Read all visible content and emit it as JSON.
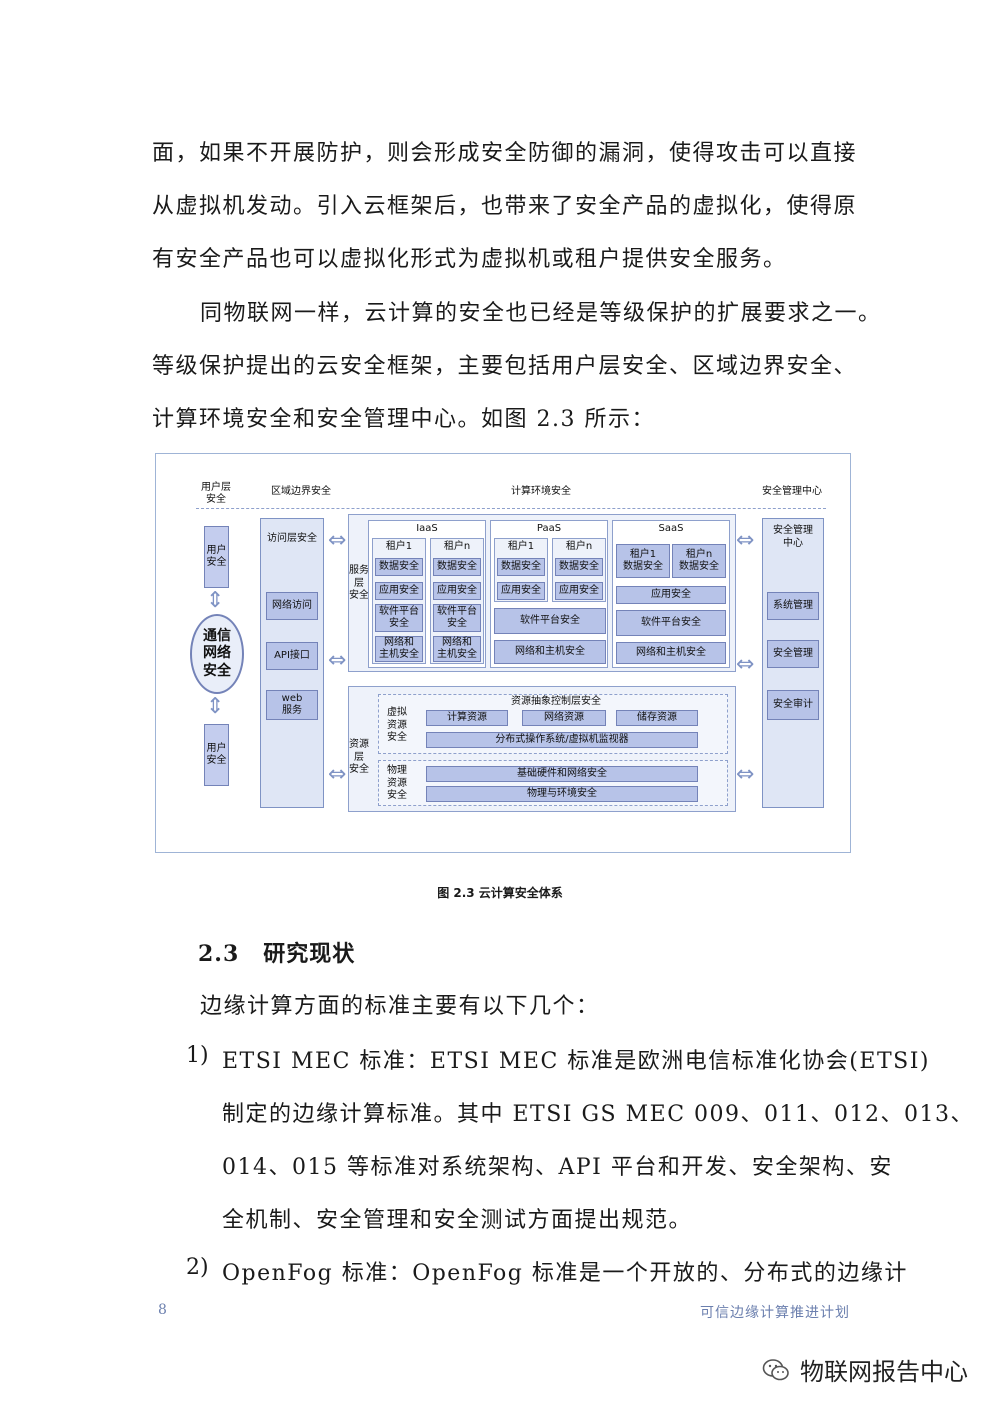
{
  "paragraphs": {
    "p1": [
      "面，如果不开展防护，则会形成安全防御的漏洞，使得攻击可以直接",
      "从虚拟机发动。引入云框架后，也带来了安全产品的虚拟化，使得原",
      "有安全产品也可以虚拟化形式为虚拟机或租户提供安全服务。"
    ],
    "p2": [
      "同物联网一样，云计算的安全也已经是等级保护的扩展要求之一。",
      "等级保护提出的云安全框架，主要包括用户层安全、区域边界安全、",
      "计算环境安全和安全管理中心。如图 2.3 所示："
    ]
  },
  "diagram": {
    "headers": {
      "user_layer": "用户层\n安全",
      "boundary": "区域边界安全",
      "compute": "计算环境安全",
      "mgmt_center": "安全管理中心"
    },
    "user_security": "用户\n安全",
    "comm_network": "通信\n网络\n安全",
    "access_layer": "访问层安全",
    "access_items": [
      "网络访问",
      "API接口",
      "web\n服务"
    ],
    "service_layer": "服务\n层\n安全",
    "iaas": {
      "title": "IaaS",
      "tenant1": "租户1",
      "tenantn": "租户n",
      "items": [
        "数据安全",
        "应用安全",
        "软件平台\n安全",
        "网络和\n主机安全"
      ]
    },
    "paas": {
      "title": "PaaS",
      "tenant1": "租户1",
      "tenantn": "租户n",
      "items": [
        "数据安全",
        "应用安全"
      ],
      "platform": "软件平台安全",
      "network": "网络和主机安全"
    },
    "saas": {
      "title": "SaaS",
      "tenant1": "租户1\n数据安全",
      "tenantn": "租户n\n数据安全",
      "app": "应用安全",
      "platform": "软件平台安全",
      "network": "网络和主机安全"
    },
    "resource_layer": "资源\n层\n安全",
    "abstract_layer": "资源抽象控制层安全",
    "virtual_resource": "虚拟\n资源\n安全",
    "virtual_items": [
      "计算资源",
      "网络资源",
      "储存资源"
    ],
    "hypervisor": "分布式操作系统/虚拟机监视器",
    "physical_resource": "物理\n资源\n安全",
    "physical_items": [
      "基础硬件和网络安全",
      "物理与环境安全"
    ],
    "mgmt_title": "安全管理\n中心",
    "mgmt_items": [
      "系统管理",
      "安全管理",
      "安全审计"
    ]
  },
  "caption": "图 2.3  云计算安全体系",
  "section": {
    "number": "2.3",
    "title": "研究现状"
  },
  "intro": "边缘计算方面的标准主要有以下几个：",
  "list": [
    {
      "num": "1)",
      "lines": [
        "ETSI MEC 标准：ETSI MEC 标准是欧洲电信标准化协会(ETSI)",
        "制定的边缘计算标准。其中 ETSI GS MEC 009、011、012、013、",
        "014、015 等标准对系统架构、API 平台和开发、安全架构、安",
        "全机制、安全管理和安全测试方面提出规范。"
      ]
    },
    {
      "num": "2)",
      "lines": [
        "OpenFog 标准：OpenFog 标准是一个开放的、分布式的边缘计"
      ]
    }
  ],
  "footer": {
    "page": "8",
    "title": "可信边缘计算推进计划"
  },
  "watermark": {
    "text": "物联网报告中心",
    "icon": "wechat-icon"
  }
}
